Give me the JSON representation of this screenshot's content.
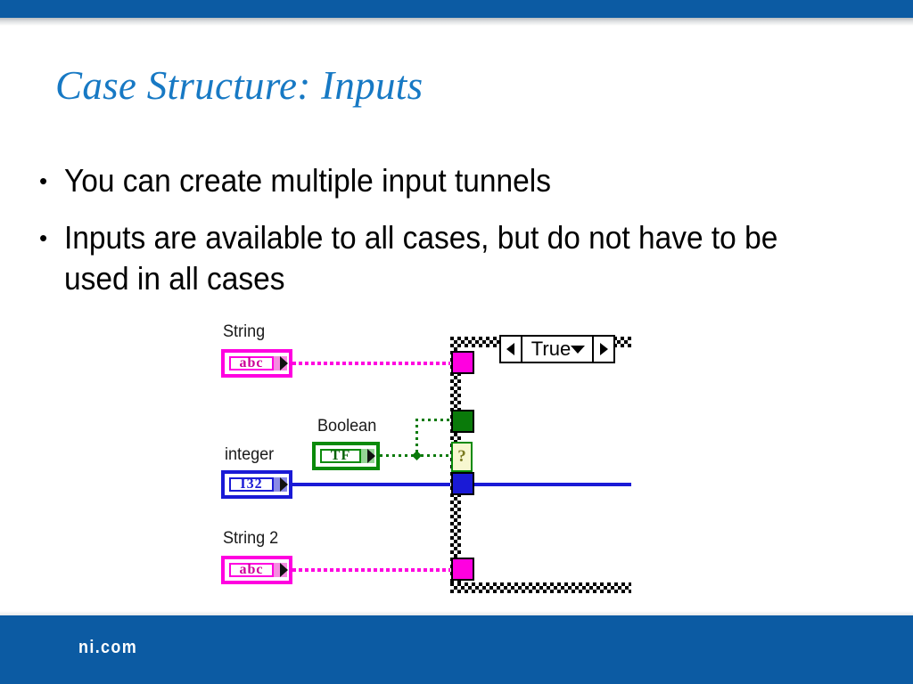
{
  "slide": {
    "title": "Case Structure: Inputs",
    "bullets": [
      {
        "marker": "•",
        "text": "You can create multiple input tunnels"
      },
      {
        "marker": "•",
        "text": "Inputs are available to all cases, but do not have to be used in all cases"
      }
    ]
  },
  "footer": {
    "logo_text": "ni.com"
  },
  "colors": {
    "brand_blue": "#0c5ba3",
    "title_blue": "#1779c4",
    "string_magenta": "#ff00e0",
    "integer_blue": "#1a1ad6",
    "boolean_green": "#0a8a0a"
  },
  "diagram": {
    "name": "labview-case-structure-block-diagram",
    "terminals": [
      {
        "label": "String",
        "datatype_text": "abc",
        "wire": "magenta"
      },
      {
        "label": "Boolean",
        "datatype_text": "TF",
        "wire": "green"
      },
      {
        "label": "integer",
        "datatype_text": "I32",
        "wire": "blue"
      },
      {
        "label": "String 2",
        "datatype_text": "abc",
        "wire": "magenta"
      }
    ],
    "case_selector": {
      "value": "True",
      "prev_arrow": "◀",
      "next_arrow": "▶",
      "dropdown_arrow": "▼"
    },
    "selector_terminal": {
      "glyph": "?"
    },
    "tunnels": [
      {
        "name": "tunnel-string",
        "color": "magenta"
      },
      {
        "name": "tunnel-boolean",
        "color": "green"
      },
      {
        "name": "tunnel-integer",
        "color": "blue"
      },
      {
        "name": "tunnel-string-2",
        "color": "magenta"
      }
    ]
  }
}
